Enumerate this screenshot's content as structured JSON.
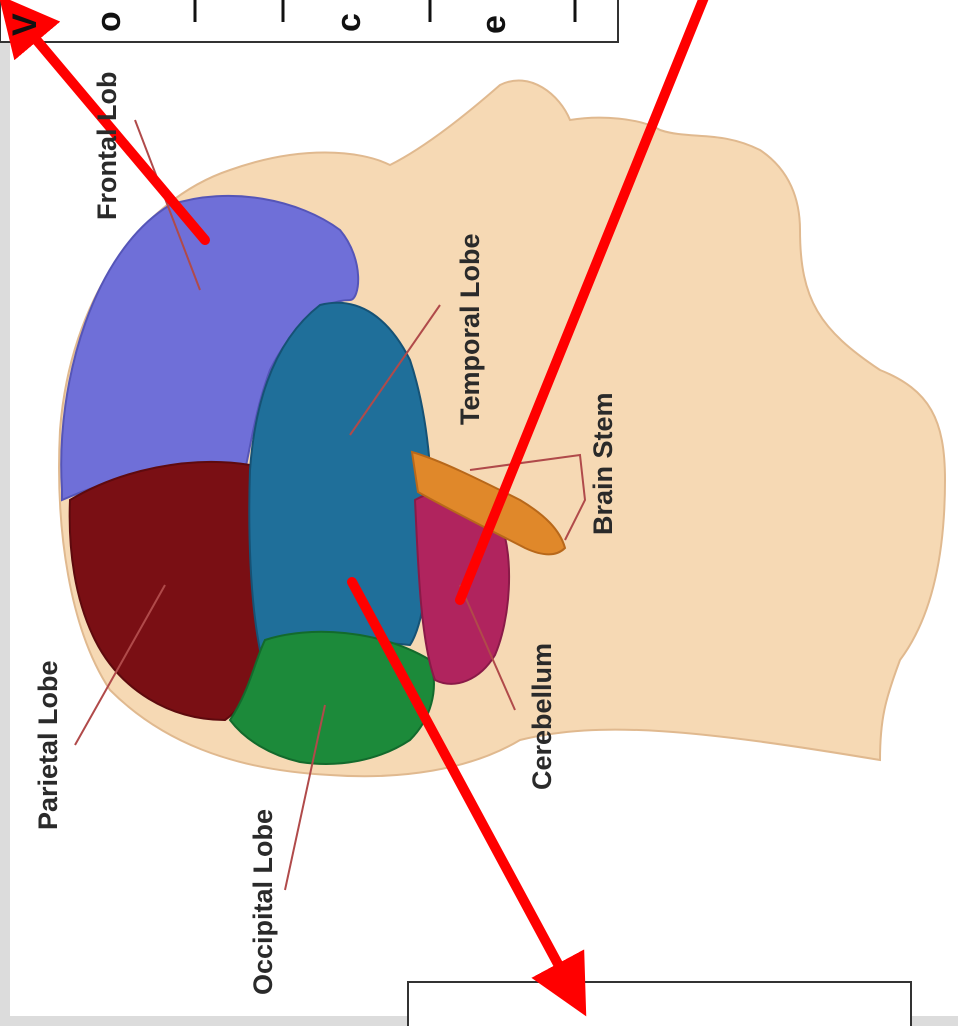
{
  "labels": {
    "frontal_lobe": "Frontal Lob",
    "temporal_lobe": "Temporal Lobe",
    "brain_stem": "Brain Stem",
    "parietal_lobe": "Parietal Lobe",
    "cerebellum": "Cerebellum",
    "occipital_lobe": "Occipital Lobe"
  },
  "top_box_fragments": [
    "V",
    "o",
    "c",
    "e"
  ],
  "colors": {
    "skin": "#f6d9b4",
    "frontal": "#6f6fd8",
    "parietal": "#7a0f14",
    "temporal": "#1f6f9a",
    "occipital": "#1c8a3a",
    "cerebellum": "#b0245e",
    "brain_stem": "#e0882a",
    "arrow": "#ff0000",
    "leader": "#b04a4a"
  }
}
